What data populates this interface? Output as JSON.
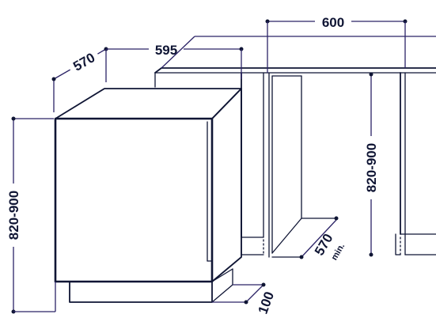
{
  "diagram": {
    "dimensions": {
      "appliance_depth": "570",
      "appliance_width": "595",
      "niche_width": "600",
      "appliance_height": "820-900",
      "niche_height": "820-900",
      "niche_depth": "570",
      "niche_depth_note": "min.",
      "plinth_height": "100"
    },
    "colors": {
      "line": "#0f1534",
      "dimension_line": "#2b2366",
      "background": "#ffffff"
    }
  }
}
